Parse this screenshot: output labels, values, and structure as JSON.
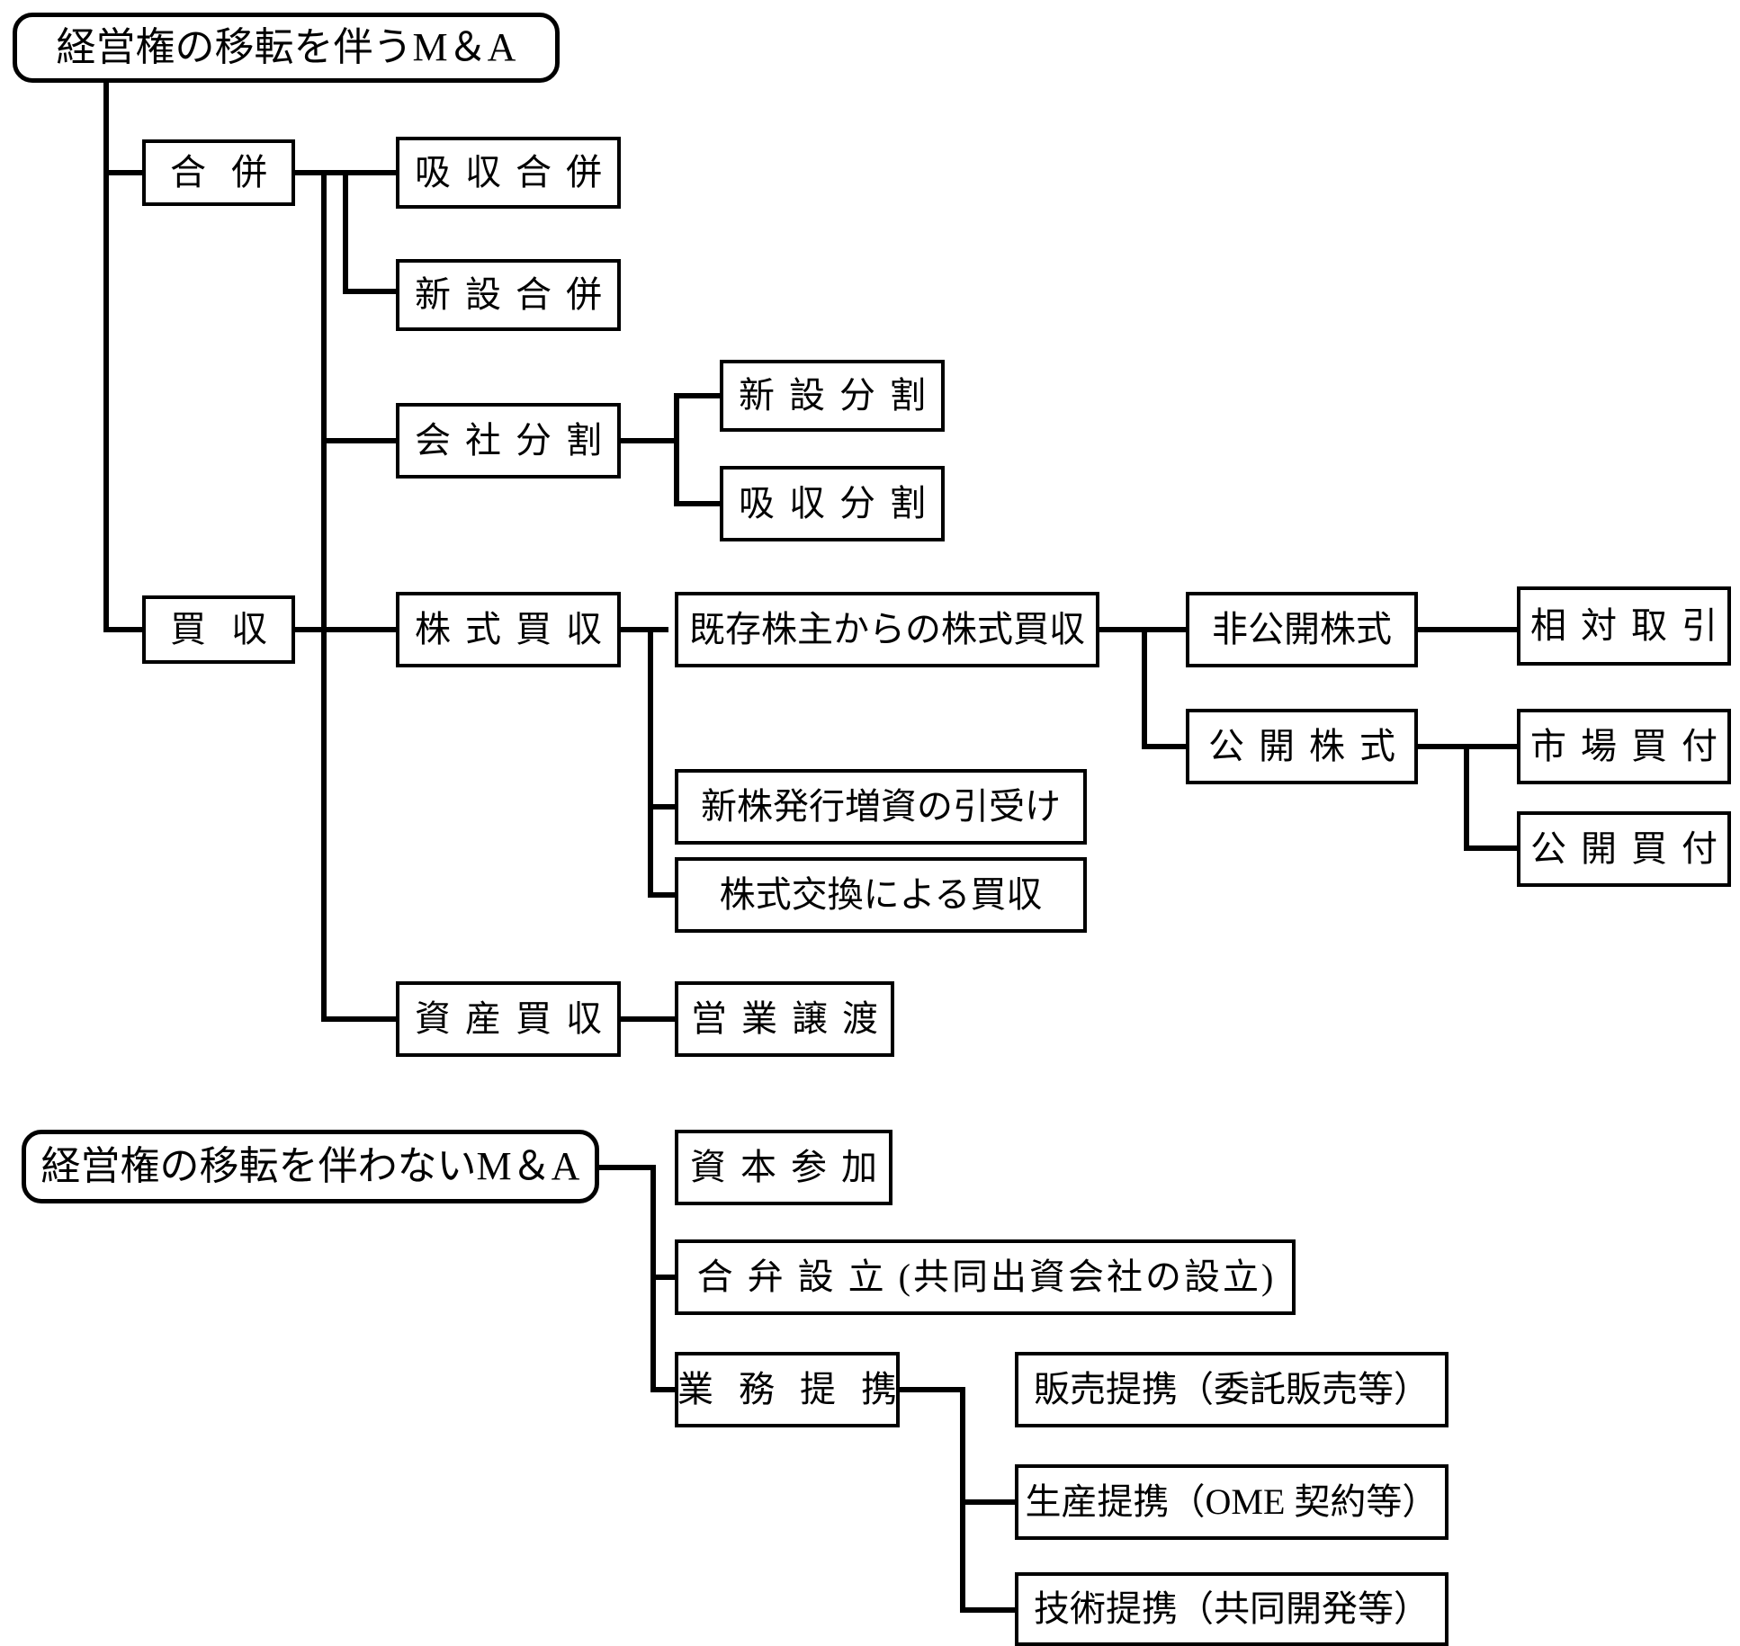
{
  "diagram": {
    "title_top": "経営権の移転を伴うM&A",
    "title_bottom": "経営権の移転を伴わないM&A",
    "nodes": {
      "root_top": "経営権の移転を伴うM＆A",
      "merger": "合 併",
      "merger_absorption": "吸 収 合 併",
      "merger_new": "新 設 合 併",
      "acquisition": "買 収",
      "company_split": "会 社 分 割",
      "split_new": "新 設 分 割",
      "split_absorption": "吸 収 分 割",
      "stock_acquisition": "株 式 買 収",
      "from_existing_shareholders": "既存株主からの株式買収",
      "private_stock": "非公開株式",
      "negotiated_transaction": "相 対 取 引",
      "public_stock": "公 開 株 式",
      "market_purchase": "市 場 買 付",
      "tender_offer": "公 開 買 付",
      "new_share_issue": "新株発行増資の引受け",
      "share_exchange": "株式交換による買収",
      "asset_acquisition": "資 産 買 収",
      "business_transfer": "営 業 譲 渡",
      "root_bottom": "経営権の移転を伴わないM＆A",
      "capital_participation": "資 本 参 加",
      "joint_venture": "合 弁 設 立 (共同出資会社の設立)",
      "business_alliance": "業 務 提 携",
      "sales_alliance": "販売提携（委託販売等）",
      "production_alliance": "生産提携（OME 契約等）",
      "technology_alliance": "技術提携（共同開発等）"
    },
    "colors": {
      "stroke": "#000000",
      "background": "#ffffff",
      "text": "#000000"
    }
  }
}
